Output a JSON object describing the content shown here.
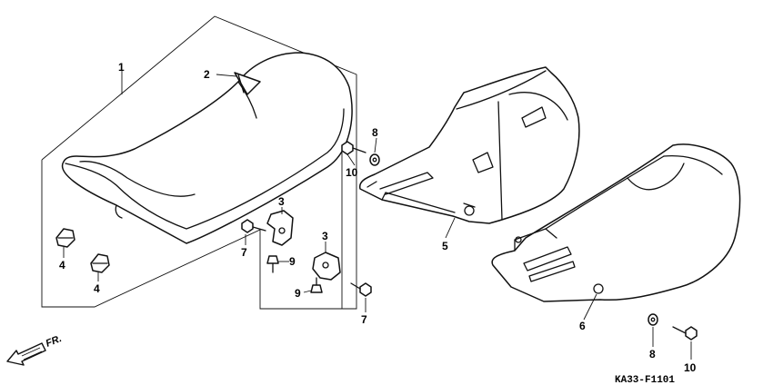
{
  "diagram": {
    "code": "KA33-F1101",
    "direction": "FR.",
    "callouts": [
      "1",
      "2",
      "3",
      "3",
      "4",
      "4",
      "5",
      "6",
      "7",
      "7",
      "8",
      "8",
      "9",
      "9",
      "10",
      "10"
    ]
  }
}
